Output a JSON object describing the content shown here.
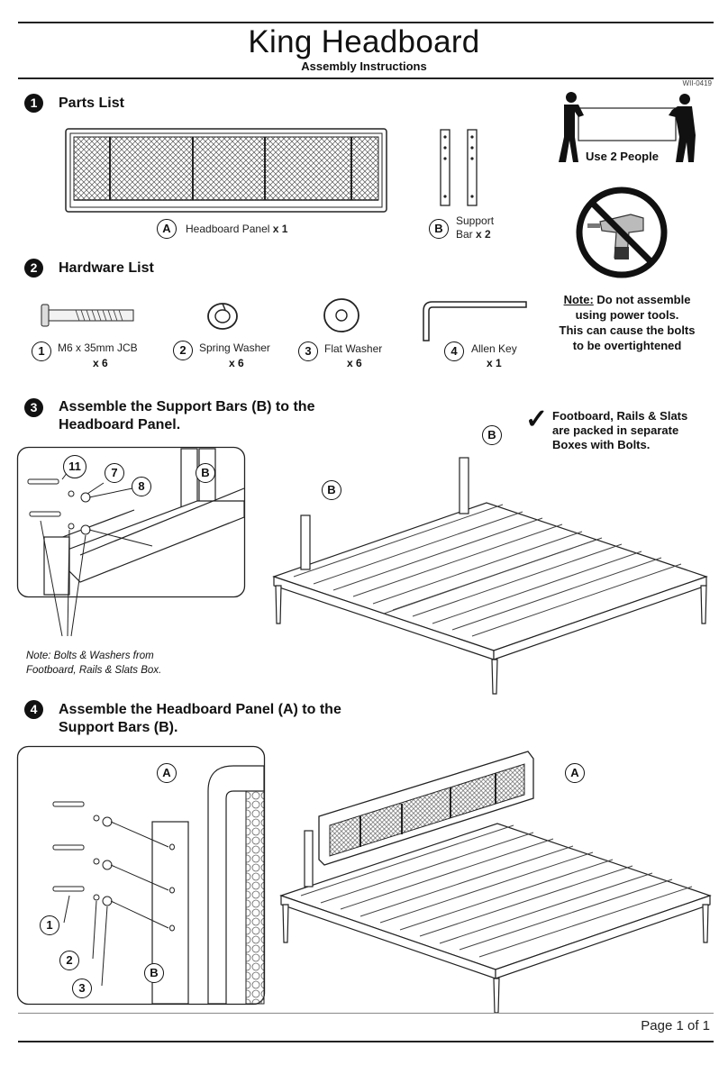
{
  "header": {
    "title": "King Headboard",
    "subtitle": "Assembly Instructions",
    "doc_id": "WII-0419"
  },
  "step1": {
    "number": "1",
    "heading": "Parts List",
    "parts": [
      {
        "letter": "A",
        "name": "Headboard Panel",
        "qty": "x 1"
      },
      {
        "letter": "B",
        "name_line1": "Support",
        "name_line2": "Bar",
        "qty": "x 2"
      }
    ]
  },
  "people": {
    "label": "Use 2 People"
  },
  "warning": {
    "prefix": "Note:",
    "line1": "Do not assemble",
    "line2": "using power tools.",
    "line3": "This can cause the bolts",
    "line4": "to be overtightened"
  },
  "step2": {
    "number": "2",
    "heading": "Hardware List",
    "items": [
      {
        "num": "1",
        "name": "M6 x 35mm JCB",
        "qty": "x 6"
      },
      {
        "num": "2",
        "name": "Spring Washer",
        "qty": "x 6"
      },
      {
        "num": "3",
        "name": "Flat Washer",
        "qty": "x 6"
      },
      {
        "num": "4",
        "name": "Allen Key",
        "qty": "x 1"
      }
    ]
  },
  "step3": {
    "number": "3",
    "heading_line1": "Assemble the Support Bars (B) to the",
    "heading_line2": "Headboard Panel.",
    "check_note_line1": "Footboard, Rails & Slats",
    "check_note_line2": "are packed in separate",
    "check_note_line3": "Boxes with Bolts.",
    "callouts": [
      "11",
      "7",
      "8",
      "B"
    ],
    "bed_labels": [
      "B",
      "B"
    ],
    "note_line1": "Note: Bolts & Washers from",
    "note_line2": "Footboard, Rails & Slats Box."
  },
  "step4": {
    "number": "4",
    "heading_line1": "Assemble the Headboard Panel (A) to the",
    "heading_line2": "Support Bars (B).",
    "callouts": [
      "A",
      "1",
      "2",
      "3",
      "B"
    ],
    "bed_label": "A"
  },
  "footer": {
    "page": "Page 1 of 1"
  }
}
